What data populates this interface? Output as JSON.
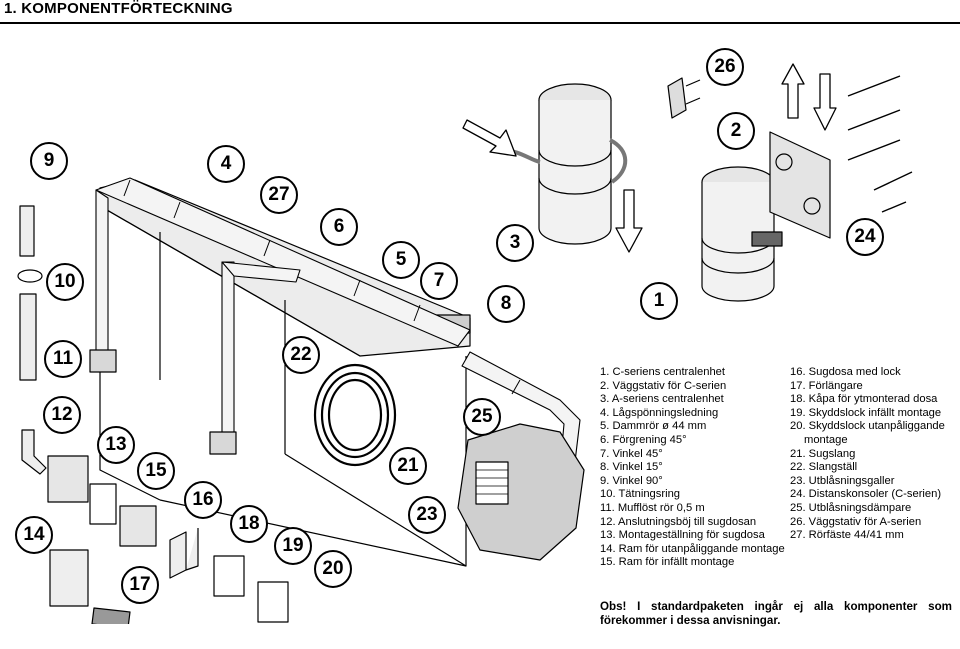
{
  "header": {
    "title": "1. KOMPONENTFÖRTECKNING"
  },
  "callouts": [
    "1",
    "2",
    "3",
    "4",
    "5",
    "6",
    "7",
    "8",
    "9",
    "10",
    "11",
    "12",
    "13",
    "14",
    "15",
    "16",
    "17",
    "18",
    "19",
    "20",
    "21",
    "22",
    "23",
    "24",
    "25",
    "26",
    "27"
  ],
  "legend": {
    "left": [
      "1. C-seriens centralenhet",
      "2. Väggstativ för C-serien",
      "3. A-seriens centralenhet",
      "4. Lågspönningsledning",
      "5. Dammrör ø 44 mm",
      "6. Förgrening 45°",
      "7. Vinkel 45°",
      "8. Vinkel 15°",
      "9. Vinkel 90°",
      "10. Tätningsring",
      "11. Mufflöst rör 0,5 m",
      "12. Anslutningsböj till sugdosan",
      "13. Montageställning för sugdosa",
      "14. Ram för utanpåliggande montage",
      "15. Ram för infällt montage"
    ],
    "right": [
      "16. Sugdosa med lock",
      "17. Förlängare",
      "18. Kåpa för ytmonterad dosa",
      "19. Skyddslock infällt montage",
      "20. Skyddslock utanpåliggande",
      "montage",
      "21. Sugslang",
      "22. Slangställ",
      "23. Utblåsningsgaller",
      "24. Distanskonsoler (C-serien)",
      "25. Utblåsningsdämpare",
      "26.  Väggstativ för A-serien",
      "27. Rörfäste 44/41 mm"
    ]
  },
  "note": "Obs! I standardpaketen ingår ej alla komponenter som förekommer i dessa anvisningar."
}
